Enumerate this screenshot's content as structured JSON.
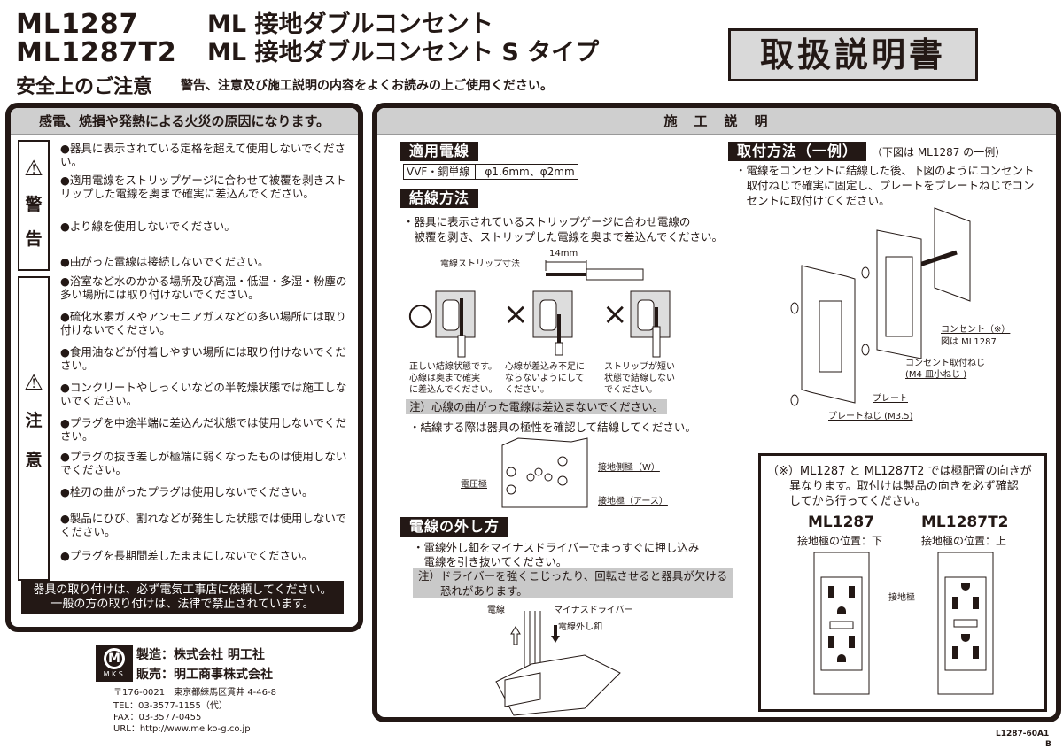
{
  "header": {
    "model1": "ML1287",
    "name1": "ML 接地ダブルコンセント",
    "model2": "ML1287T2",
    "name2": "ML 接地ダブルコンセント S タイプ",
    "safety_title": "安全上のご注意",
    "safety_sub": "警告、注意及び施工説明の内容をよくお読みの上ご使用ください。",
    "manual_label": "取扱説明書"
  },
  "safety": {
    "heading": "感電、焼損や発熱による火災の原因になります。",
    "warning_label": [
      "警",
      "告"
    ],
    "caution_label": [
      "注",
      "意"
    ],
    "warning_icon": "warning-triangle-icon",
    "warnings": [
      "●器具に表示されている定格を超えて使用しないでください。",
      "●適用電線をストリップゲージに合わせて被覆を剥きストリップした電線を奥まで確実に差込んでください。",
      "●より線を使用しないでください。",
      "●曲がった電線は接続しないでください。"
    ],
    "cautions": [
      "●浴室など水のかかる場所及び高温・低温・多湿・粉塵の多い場所には取り付けないでください。",
      "●硫化水素ガスやアンモニアガスなどの多い場所には取り付けないでください。",
      "●食用油などが付着しやすい場所には取り付けないでください。",
      "●コンクリートやしっくいなどの半乾燥状態では施工しないでください。",
      "●プラグを中途半端に差込んだ状態では使用しないでください。",
      "●プラグの抜き差しが極端に弱くなったものは使用しないでください。",
      "●栓刃の曲がったプラグは使用しないでください。",
      "●製品にひび、割れなどが発生した状態では使用しないでください。",
      "●プラグを長期間差したままにしないでください。"
    ],
    "notice_line1": "器具の取り付けは、必ず電気工事店に依頼してください。",
    "notice_line2": "一般の方の取り付けは、法律で禁止されています。"
  },
  "company": {
    "logo_text": "M.K.S.",
    "maker": "製造：株式会社 明工社",
    "seller": "販売：明工商事株式会社",
    "address": "〒176-0021　東京都練馬区貫井 4-46-8",
    "tel": "TEL：03-3577-1155（代）",
    "fax": "FAX：03-3577-0455",
    "url": "URL：http://www.meiko-g.co.jp"
  },
  "construction": {
    "heading": "施　工　説　明",
    "wire": {
      "label": "適用電線",
      "type": "VVF・銅単線",
      "size": "φ1.6mm、φ2mm"
    },
    "wiring": {
      "label": "結線方法",
      "text1": "・器具に表示されているストリップゲージに合わせ電線の",
      "text2": "　被覆を剥き、ストリップした電線を奥まで差込んでください。",
      "strip_label": "電線ストリップ寸法",
      "strip_length": "14mm",
      "marks": [
        "○",
        "×",
        "×"
      ],
      "captions": [
        [
          "正しい結線状態です。",
          "心線は奥まで確実",
          "に差込んでください。"
        ],
        [
          "心線が差込み不足に",
          "ならないようにして",
          "ください。"
        ],
        [
          "ストリップが短い",
          "状態で結線しない",
          "でください。"
        ]
      ],
      "note": "注）心線の曲がった電線は差込まないでください。",
      "polarity_text": "・結線する際は器具の極性を確認して結線してください。",
      "pole_voltage": "電圧極",
      "pole_neutral": "接地側極（W）",
      "pole_ground": "接地極（アース）"
    },
    "removal": {
      "label": "電線の外し方",
      "text1": "・電線外し釦をマイナスドライバーでまっすぐに押し込み",
      "text2": "　電線を引き抜いてください。",
      "note1": "注）ドライバーを強くこじったり、回転させると器具が欠ける",
      "note2": "　　恐れがあります。",
      "lbl_wire": "電線",
      "lbl_driver": "マイナスドライバー",
      "lbl_button": "電線外し釦"
    },
    "install": {
      "label": "取付方法（一例）",
      "sub": "（下図は ML1287 の一例）",
      "text1": "・電線をコンセントに結線した後、下図のようにコンセント",
      "text2": "　取付ねじで確実に固定し、プレートをプレートねじでコン",
      "text3": "　セントに取付けてください。",
      "lbl_outlet1": "コンセント（※）",
      "lbl_outlet2": "図は ML1287",
      "lbl_screw1": "コンセント取付ねじ",
      "lbl_screw2": "(M4 皿小ねじ )",
      "lbl_plate": "プレート",
      "lbl_plate_screw": "プレートねじ (M3.5)"
    },
    "note_box": {
      "line1": "（※）ML1287 と ML1287T2 では極配置の向きが",
      "line2": "異なります。取付けは製品の向きを必ず確認",
      "line3": "してから行ってください。",
      "model_a": "ML1287",
      "pos_a": "接地極の位置：下",
      "model_b": "ML1287T2",
      "pos_b": "接地極の位置：上",
      "ground_label": "接地極"
    }
  },
  "doc_code": "L1287-60A1",
  "doc_rev": "B"
}
